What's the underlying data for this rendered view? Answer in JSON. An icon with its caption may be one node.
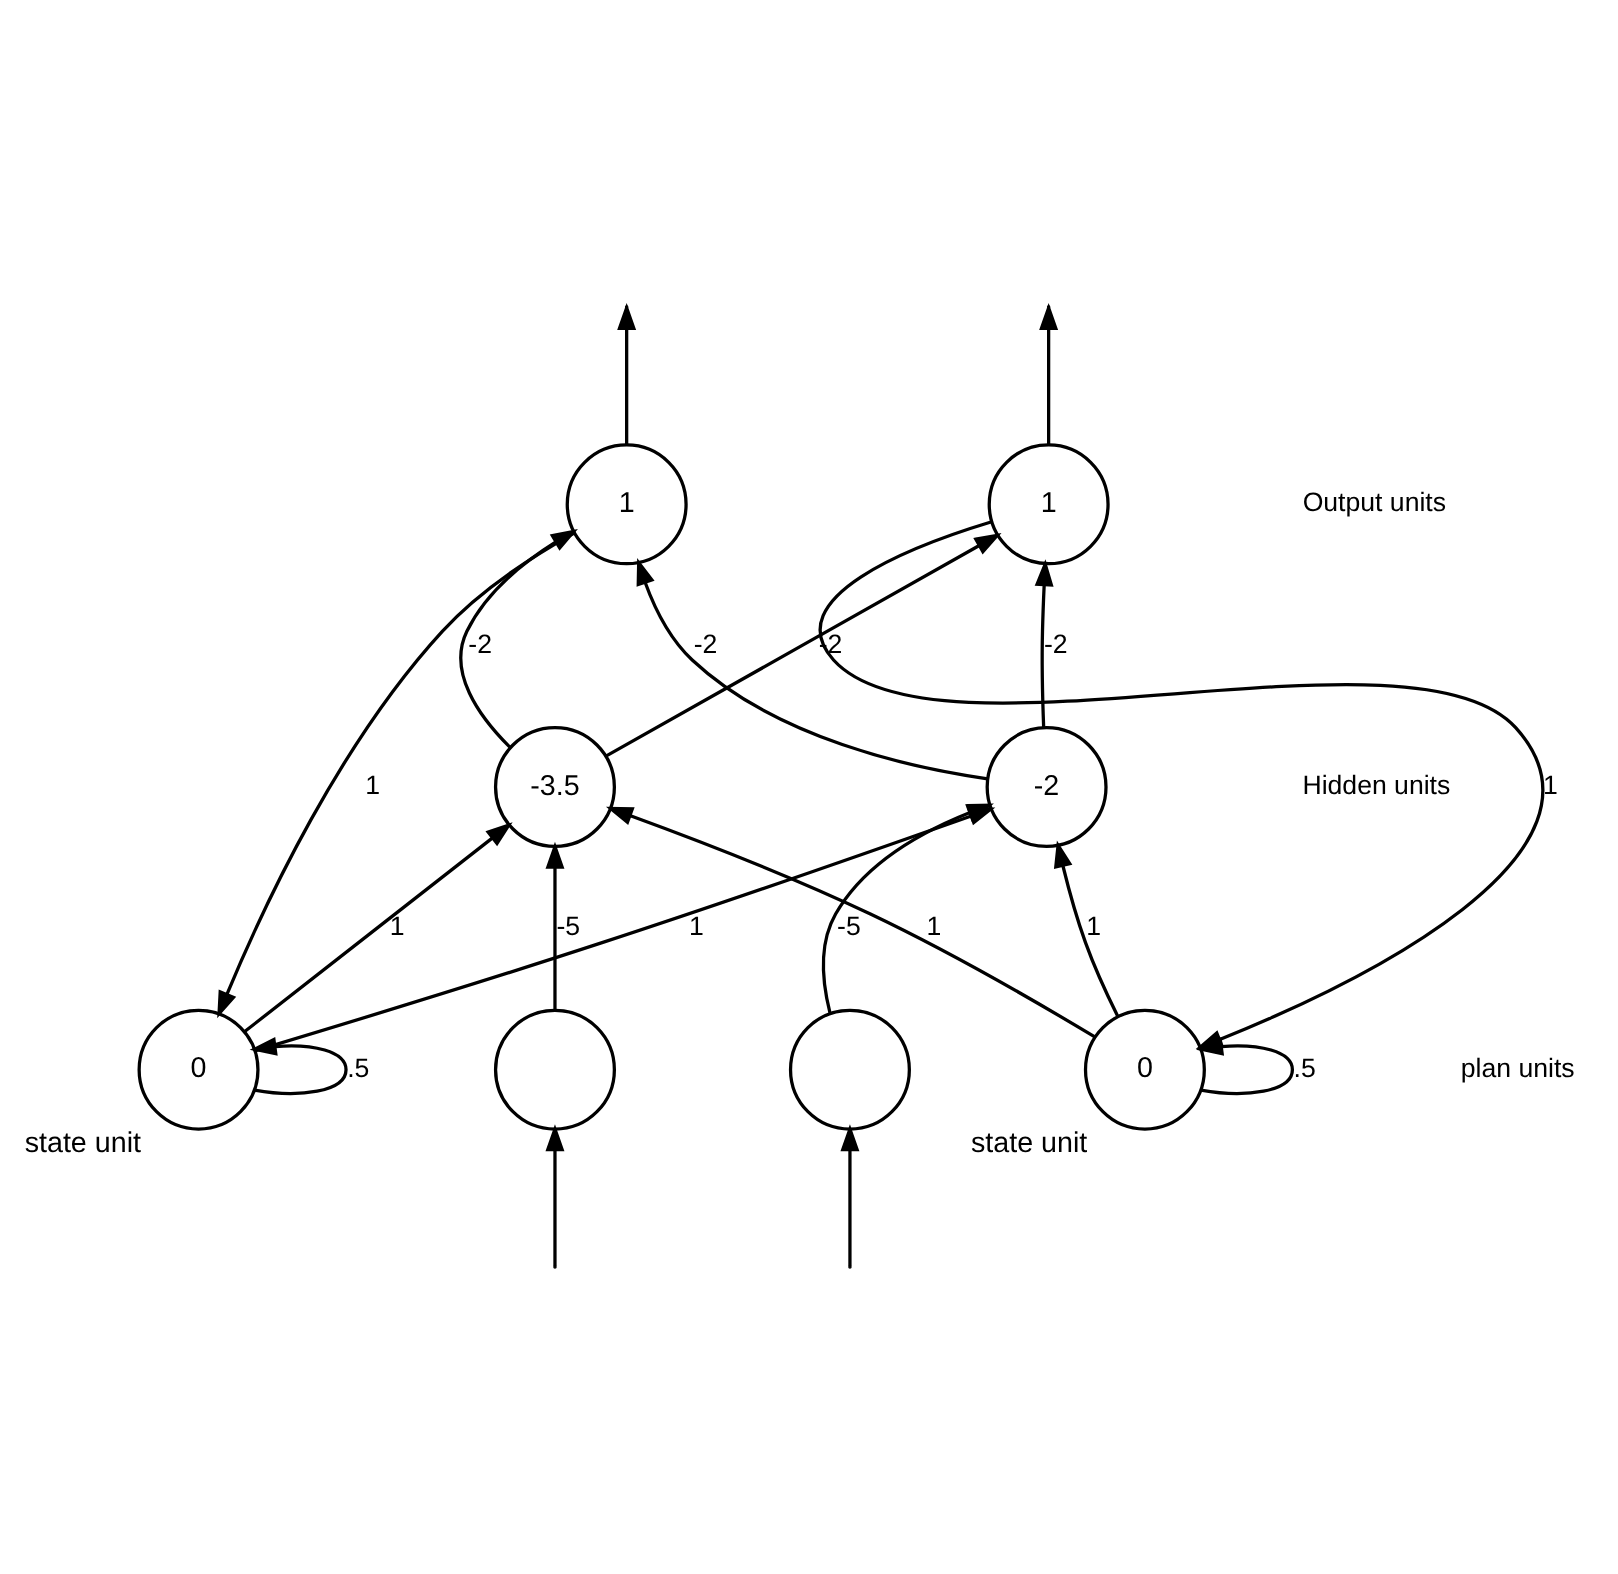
{
  "diagram": {
    "nodes": [
      {
        "text": [
          "1"
        ]
      },
      {
        "text": [
          "1"
        ]
      },
      {
        "text": [
          "-3.5"
        ]
      },
      {
        "text": [
          "-2"
        ]
      },
      {
        "text": [
          "0"
        ],
        "beside": [
          "state unit"
        ]
      },
      {
        "text": [],
        "shape": "circle"
      },
      {
        "text": [],
        "shape": "circle"
      },
      {
        "text": [
          "0"
        ],
        "beside": [
          "state unit"
        ]
      }
    ],
    "edges": [
      {
        "from": 0,
        "to": null,
        "arrow": "to"
      },
      {
        "from": 1,
        "to": null,
        "arrow": "to"
      },
      {
        "from": 2,
        "to": 0,
        "arrow": "to",
        "label": "-2"
      },
      {
        "from": 3,
        "to": 0,
        "arrow": "to",
        "label": "-2"
      },
      {
        "from": 2,
        "to": 1,
        "arrow": "to",
        "label": "-2"
      },
      {
        "from": 3,
        "to": 1,
        "arrow": "to",
        "label": "-2"
      },
      {
        "from": 0,
        "to": 4,
        "arrow": "to",
        "label": "1"
      },
      {
        "from": 1,
        "to": 7,
        "arrow": "to",
        "label": "1"
      },
      {
        "from": 4,
        "to": 2,
        "arrow": "to",
        "label": "1"
      },
      {
        "from": 4,
        "to": 3,
        "arrow": "to",
        "label": "1"
      },
      {
        "from": 5,
        "to": 2,
        "arrow": "to",
        "label": "-5"
      },
      {
        "from": 6,
        "to": 3,
        "arrow": "to",
        "label": "-5"
      },
      {
        "from": 7,
        "to": 3,
        "arrow": "to",
        "label": "1"
      },
      {
        "from": 7,
        "to": 2,
        "arrow": "to",
        "label": "1"
      },
      {
        "from": 4,
        "to": 4,
        "arrow": "to",
        "label": ".5"
      },
      {
        "from": 7,
        "to": 7,
        "arrow": "to",
        "label": ".5"
      },
      {
        "from": null,
        "to": 5,
        "arrow": "to"
      },
      {
        "from": null,
        "to": 6,
        "arrow": "to"
      }
    ],
    "labels": [
      "Output units",
      "Hidden units",
      "plan units"
    ]
  }
}
